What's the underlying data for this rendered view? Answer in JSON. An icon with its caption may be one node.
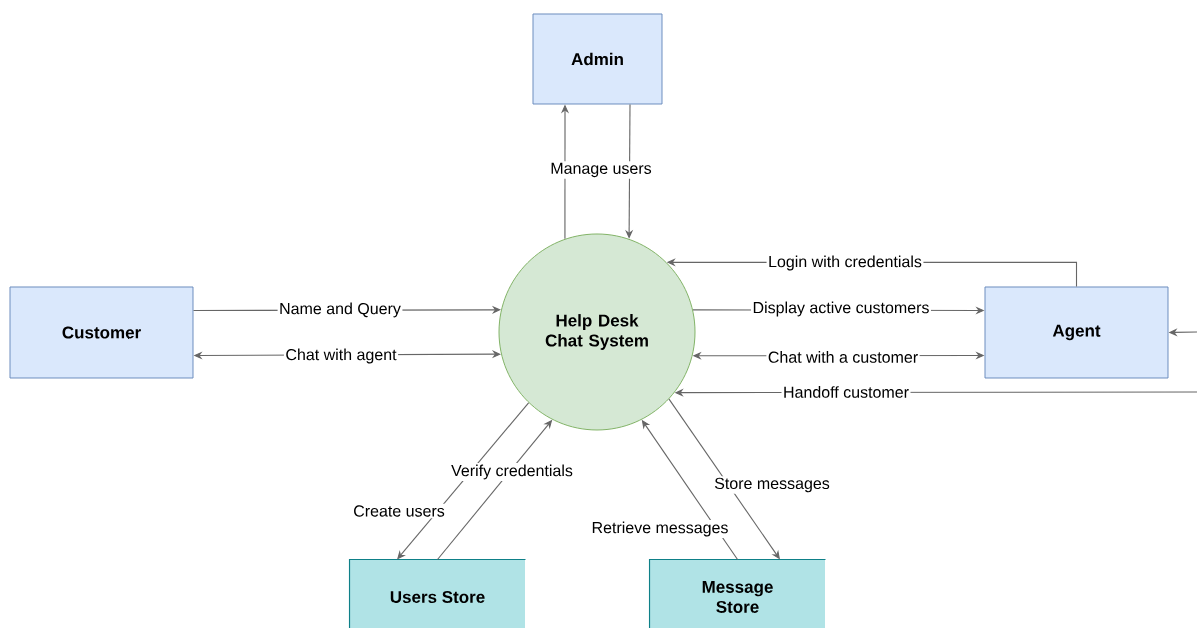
{
  "diagram": {
    "nodes": [
      {
        "text": [
          "Admin"
        ]
      },
      {
        "text": [
          "Customer"
        ]
      },
      {
        "text": [
          "Help Desk Chat System"
        ]
      },
      {
        "text": [
          "Agent"
        ]
      },
      {
        "text": [
          "Users Store"
        ]
      },
      {
        "text": [
          "Message Store"
        ]
      }
    ],
    "edges": [
      {
        "from": 2,
        "to": 0,
        "arrow": "to",
        "label": "Manage users"
      },
      {
        "from": 0,
        "to": 2,
        "arrow": "to"
      },
      {
        "from": 3,
        "to": 2,
        "arrow": "to",
        "label": "Login with credentials"
      },
      {
        "from": 1,
        "to": 2,
        "arrow": "to",
        "label": "Name and Query"
      },
      {
        "from": 2,
        "to": 1,
        "arrow": "both",
        "label": "Chat with agent"
      },
      {
        "from": 2,
        "to": 3,
        "arrow": "to",
        "label": "Display active customers"
      },
      {
        "from": 2,
        "to": 3,
        "arrow": "both",
        "label": "Chat with a customer"
      },
      {
        "from": null,
        "to": 3,
        "arrow": "to"
      },
      {
        "from": null,
        "to": 2,
        "arrow": "to",
        "label": "Handoff customer"
      },
      {
        "from": 2,
        "to": 4,
        "arrow": "to",
        "label": "Create users"
      },
      {
        "from": 4,
        "to": 2,
        "arrow": "to",
        "label": "Verify credentials"
      },
      {
        "from": 5,
        "to": 2,
        "arrow": "to",
        "label": "Retrieve messages"
      },
      {
        "from": 2,
        "to": 5,
        "arrow": "to",
        "label": "Store messages"
      }
    ]
  }
}
